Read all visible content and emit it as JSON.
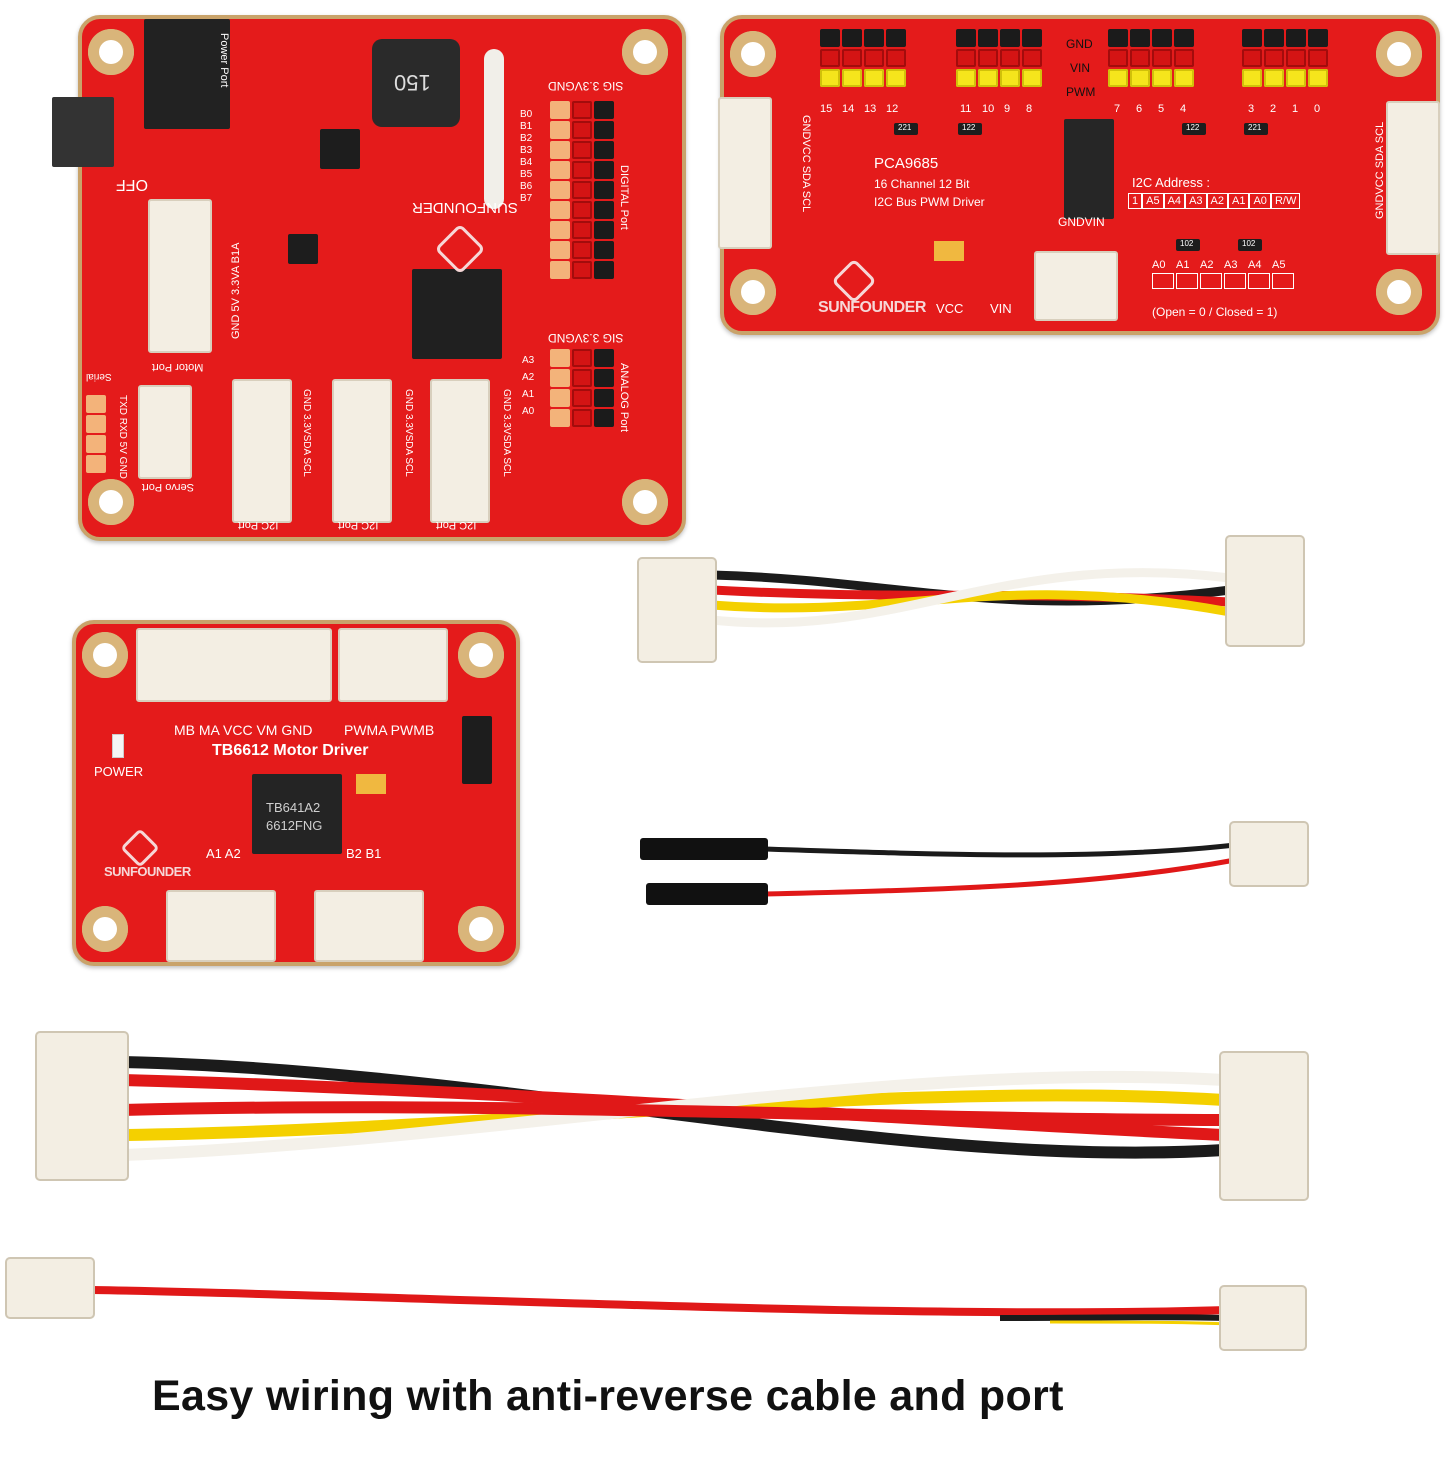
{
  "caption": "Easy wiring with anti-reverse cable and port",
  "hat_board": {
    "brand": "SUNFOUNDER",
    "labels": {
      "power_port": "Power Port",
      "off": "OFF",
      "inductor": "150",
      "digital_port": "DIGITAL Port",
      "digital_header": "SIG 3.3VGND",
      "analog_port": "ANALOG Port",
      "analog_header": "SIG 3.3VGND",
      "motor_port": "Motor Port",
      "motor_pins": "GND 5V 3.3VA B1A",
      "servo_port": "Servo Port",
      "serial": "Serial",
      "serial_pins": "TXD RXD 5V GND",
      "i2c_port": "I2C Port",
      "i2c_pins": "GND 3.3VSDA SCL"
    },
    "digital_pins": [
      "B0",
      "B1",
      "B2",
      "B3",
      "B4",
      "B5",
      "B6",
      "B7"
    ],
    "analog_pins": [
      "A3",
      "A2",
      "A1",
      "A0"
    ]
  },
  "pca_board": {
    "brand": "SUNFOUNDER",
    "title": "PCA9685",
    "subtitle_1": "16 Channel 12 Bit",
    "subtitle_2": "I2C Bus PWM Driver",
    "rows": [
      "GND",
      "VIN",
      "PWM"
    ],
    "channels": [
      "15",
      "14",
      "13",
      "12",
      "11",
      "10",
      "9",
      "8",
      "7",
      "6",
      "5",
      "4",
      "3",
      "2",
      "1",
      "0"
    ],
    "left_port": "GNDVCC SDA SCL",
    "right_port": "GNDVCC SDA SCL",
    "power_port": "GNDVIN",
    "vcc": "VCC",
    "vin": "VIN",
    "address_label": "I2C Address :",
    "address_bits": [
      "1",
      "A5",
      "A4",
      "A3",
      "A2",
      "A1",
      "A0",
      "R/W"
    ],
    "jumpers": [
      "A0",
      "A1",
      "A2",
      "A3",
      "A4",
      "A5"
    ],
    "jumper_note": "(Open = 0 / Closed = 1)",
    "resistors": [
      "221",
      "122",
      "122",
      "221",
      "102",
      "102"
    ]
  },
  "tb_board": {
    "brand": "SUNFOUNDER",
    "title": "TB6612 Motor Driver",
    "top_pins": "MB MA VCC VM GND",
    "pwm_pins": "PWMA  PWMB",
    "power": "POWER",
    "chip_line_1": "TB641A2",
    "chip_line_2": "6612FNG",
    "out_a": "A1 A2",
    "out_b": "B2 B1"
  },
  "colors": {
    "pcb": "#e41b1b",
    "wire_black": "#1b1b1b",
    "wire_red": "#e01818",
    "wire_yellow": "#f4d000",
    "wire_white": "#f4f1ea"
  }
}
